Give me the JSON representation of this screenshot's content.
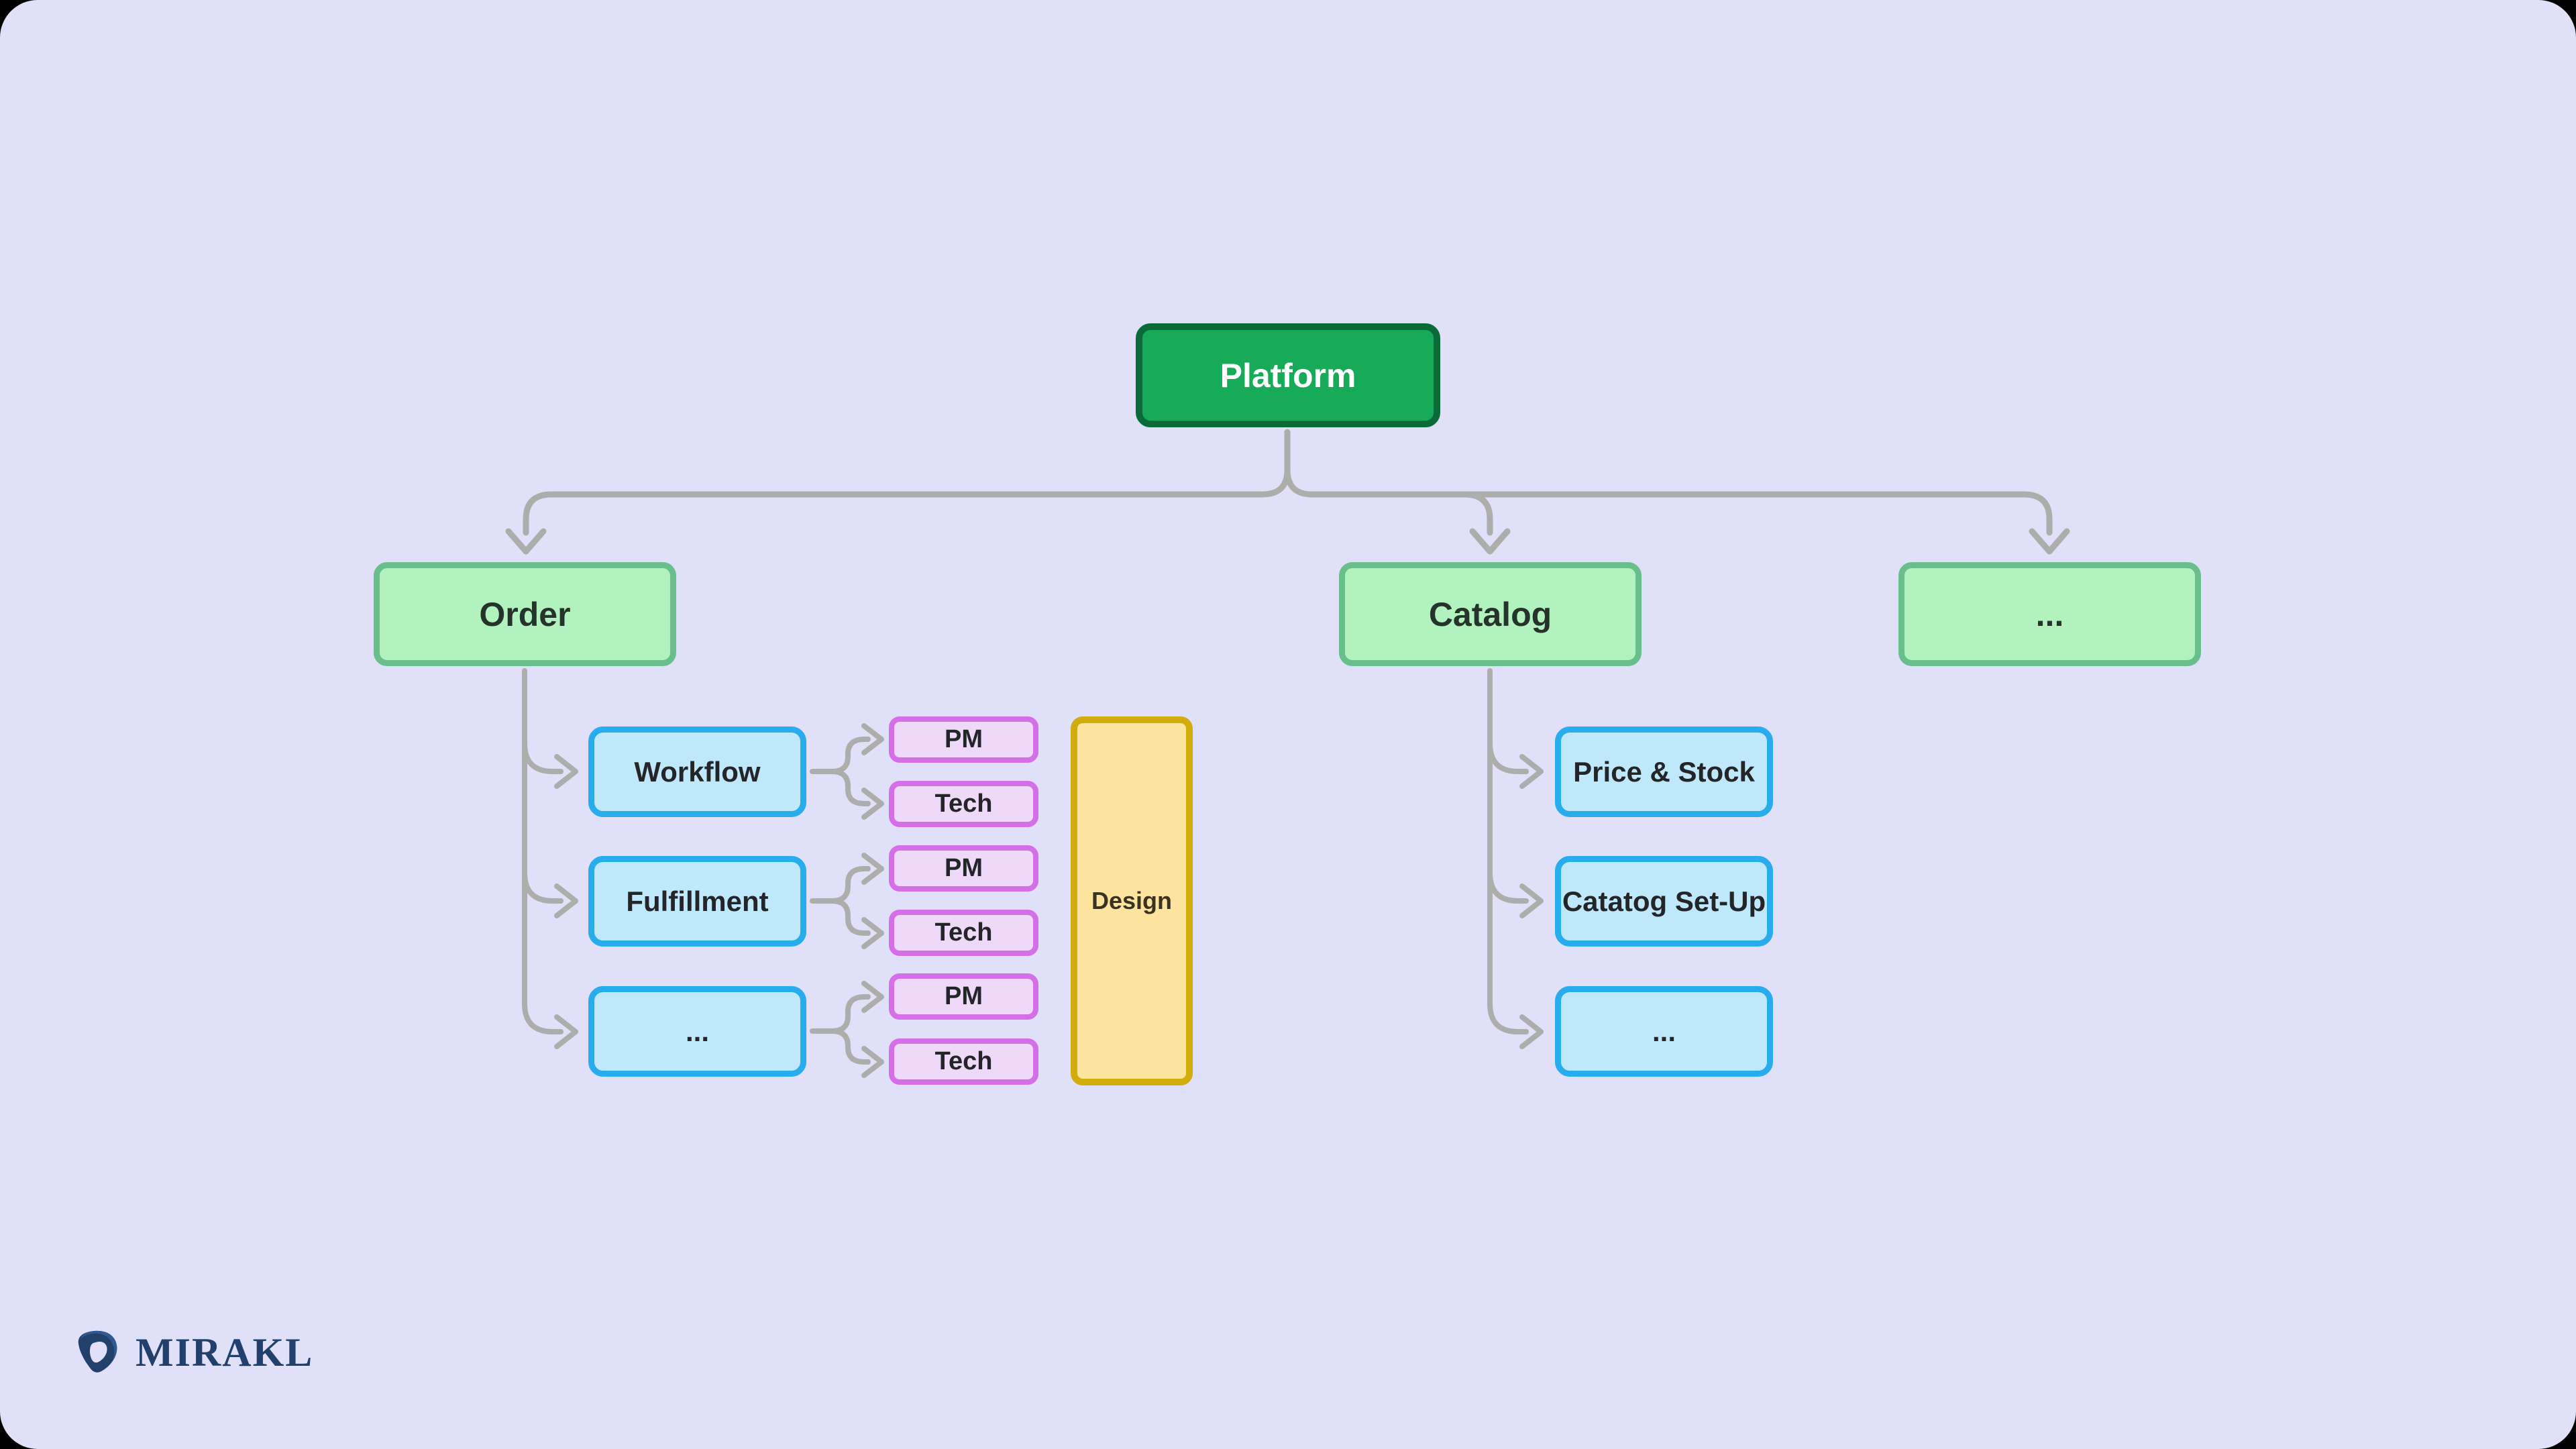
{
  "diagram": {
    "platform": {
      "label": "Platform"
    },
    "level1": [
      {
        "label": "Order"
      },
      {
        "label": "Catalog"
      },
      {
        "label": "..."
      }
    ],
    "order_children": [
      {
        "label": "Workflow"
      },
      {
        "label": "Fulfillment"
      },
      {
        "label": "..."
      }
    ],
    "pm_tech": [
      {
        "label": "PM"
      },
      {
        "label": "Tech"
      },
      {
        "label": "PM"
      },
      {
        "label": "Tech"
      },
      {
        "label": "PM"
      },
      {
        "label": "Tech"
      }
    ],
    "design": {
      "label": "Design"
    },
    "catalog_children": [
      {
        "label": "Price & Stock"
      },
      {
        "label": "Catatog Set-Up"
      },
      {
        "label": "..."
      }
    ]
  },
  "logo": {
    "brand": "MIRAKL"
  },
  "palette": {
    "canvas_background": "#E0E0F8",
    "outer_background": "#000000",
    "root_fill": "#17AA58",
    "root_border": "#0B6B38",
    "level1_fill": "#B2F2BF",
    "level1_border": "#68BF8C",
    "child_fill": "#BFE8FA",
    "child_border": "#29ACEC",
    "leaf_fill": "#EFD9F8",
    "leaf_border": "#D46FE8",
    "design_fill": "#FCE49E",
    "design_border": "#D1AC0C",
    "connector": "#ADADAB",
    "logo_navy": "#21406B"
  }
}
